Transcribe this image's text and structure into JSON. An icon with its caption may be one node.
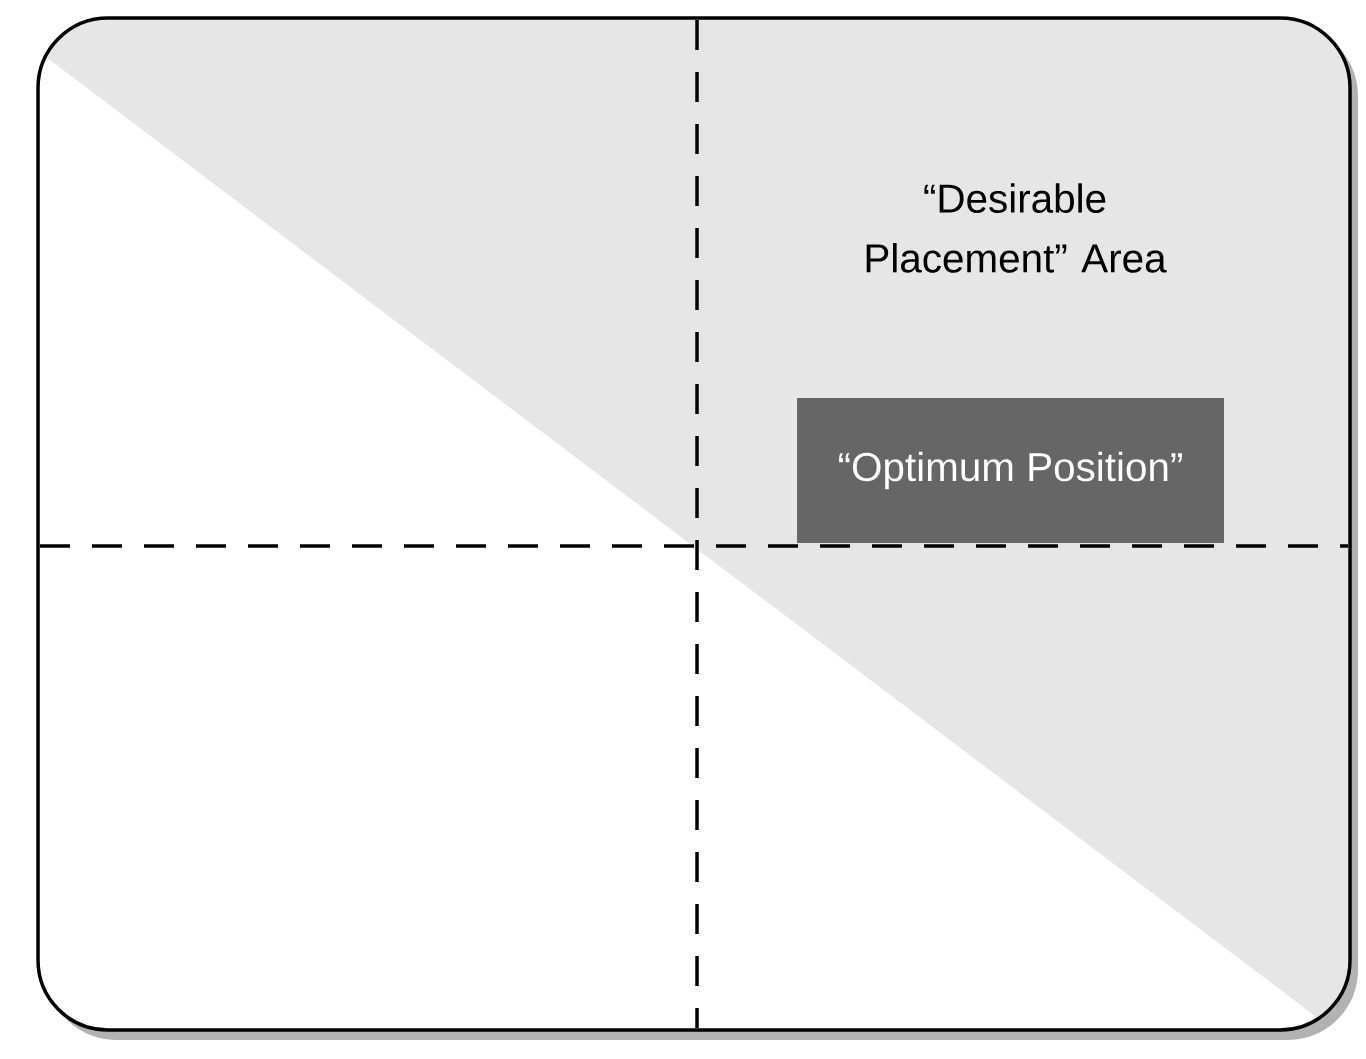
{
  "diagram": {
    "nodes": [
      {
        "text": [
          "“Desirable Placement” Area"
        ]
      },
      {
        "text": [
          "“Optimum Position”"
        ],
        "in": 0
      }
    ]
  }
}
